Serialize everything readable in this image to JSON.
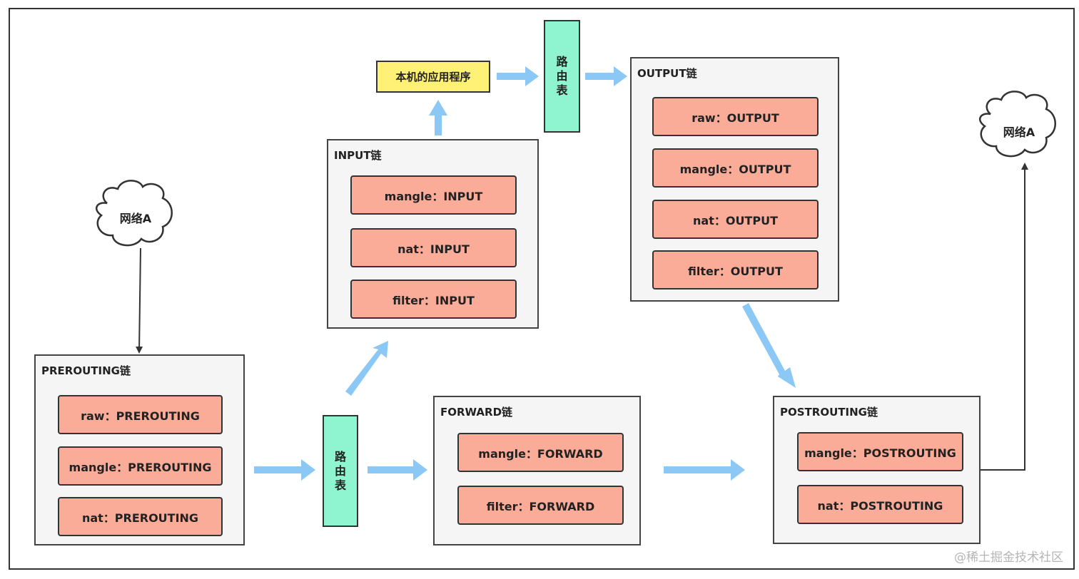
{
  "network_in": "网络A",
  "network_out": "网络A",
  "app_label": "本机的应用程序",
  "route_chars": [
    "路",
    "由",
    "表"
  ],
  "chains": {
    "prerouting": {
      "title": "PREROUTING链",
      "tables": [
        "raw：PREROUTING",
        "mangle：PREROUTING",
        "nat：PREROUTING"
      ]
    },
    "input": {
      "title": "INPUT链",
      "tables": [
        "mangle：INPUT",
        "nat：INPUT",
        "filter：INPUT"
      ]
    },
    "output": {
      "title": "OUTPUT链",
      "tables": [
        "raw：OUTPUT",
        "mangle：OUTPUT",
        "nat：OUTPUT",
        "filter：OUTPUT"
      ]
    },
    "forward": {
      "title": "FORWARD链",
      "tables": [
        "mangle：FORWARD",
        "filter：FORWARD"
      ]
    },
    "postrouting": {
      "title": "POSTROUTING链",
      "tables": [
        "mangle：POSTROUTING",
        "nat：POSTROUTING"
      ]
    }
  },
  "watermark": "@稀土掘金技术社区",
  "colors": {
    "table": "#fbac98",
    "route": "#8ff5d0",
    "app": "#fff176",
    "arrow": "#8cc8f5",
    "chain_bg": "#f5f5f5"
  }
}
